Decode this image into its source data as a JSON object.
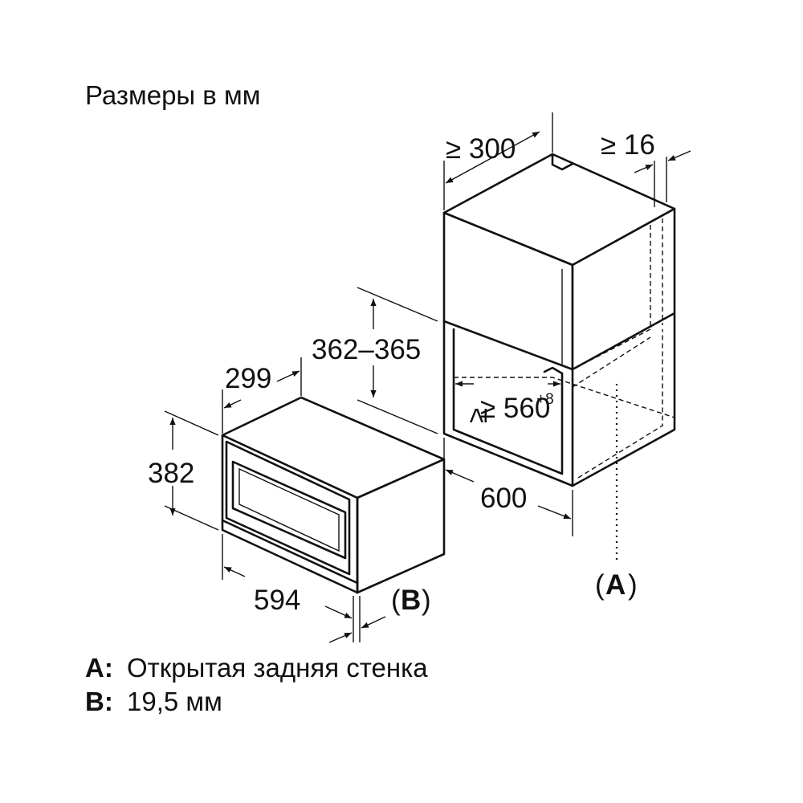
{
  "title": "Размеры в мм",
  "dimensions": {
    "cabinet_depth": "≥ 300",
    "back_gap": "≥ 16",
    "niche_height": "362–365",
    "niche_width_min": "≥ 560",
    "niche_width_tolerance": "+8",
    "cabinet_width": "600",
    "oven_depth": "299",
    "oven_height": "382",
    "oven_width": "594"
  },
  "callouts": {
    "a": "A",
    "b": "B",
    "paren_open": "(",
    "paren_close": ")"
  },
  "legend": [
    {
      "key": "A:",
      "text": "Открытая задняя стенка"
    },
    {
      "key": "B:",
      "text": "19,5 мм"
    }
  ]
}
